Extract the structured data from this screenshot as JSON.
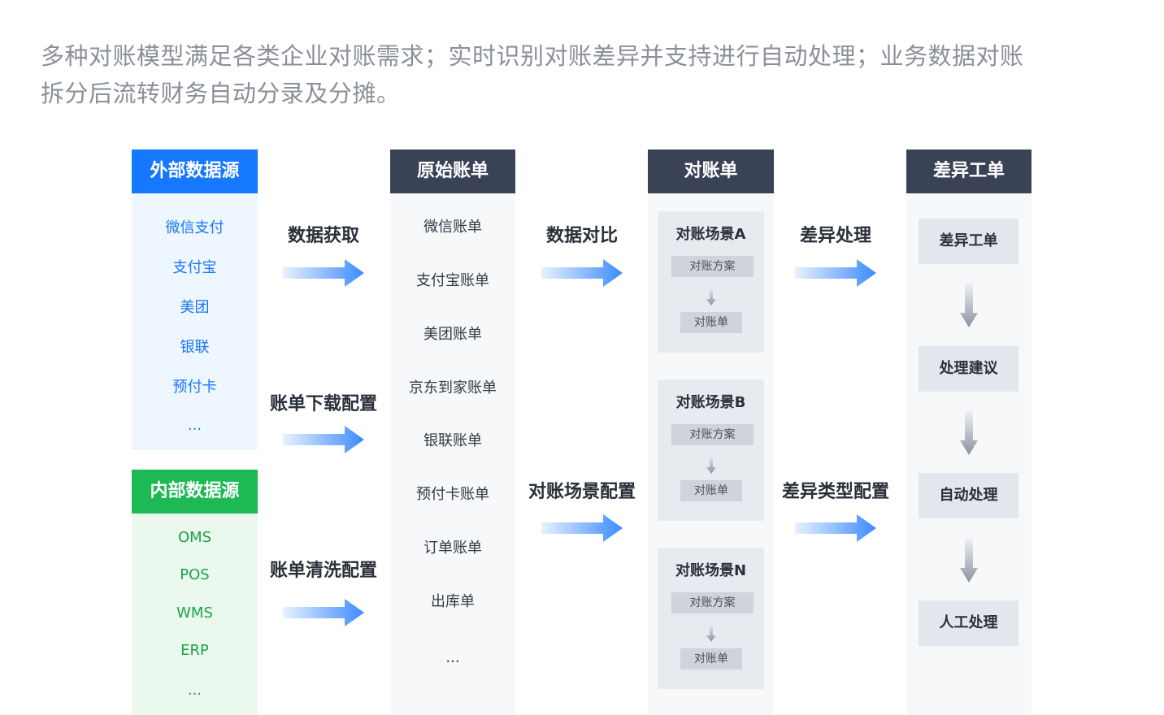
{
  "intro": {
    "line1": "多种对账模型满足各类企业对账需求；实时识别对账差异并支持进行自动处理；业务数据对账",
    "line2": "拆分后流转财务自动分录及分摊。"
  },
  "colors": {
    "blue": "#1677ff",
    "green": "#1db954",
    "dark": "#3a4356",
    "arrow_start": "#e8f1ff",
    "arrow_end": "#3d8bff"
  },
  "external_sources": {
    "title": "外部数据源",
    "items": [
      "微信支付",
      "支付宝",
      "美团",
      "银联",
      "预付卡",
      "..."
    ]
  },
  "internal_sources": {
    "title": "内部数据源",
    "items": [
      "OMS",
      "POS",
      "WMS",
      "ERP",
      "..."
    ]
  },
  "steps_a": [
    "数据获取",
    "账单下载配置",
    "账单清洗配置"
  ],
  "raw_bills": {
    "title": "原始账单",
    "items": [
      "微信账单",
      "支付宝账单",
      "美团账单",
      "京东到家账单",
      "银联账单",
      "预付卡账单",
      "订单账单",
      "出库单",
      "..."
    ]
  },
  "steps_b": [
    "数据对比",
    "对账场景配置"
  ],
  "recon": {
    "title": "对账单",
    "scenes": [
      {
        "title": "对账场景A",
        "plan": "对账方案",
        "bill": "对账单"
      },
      {
        "title": "对账场景B",
        "plan": "对账方案",
        "bill": "对账单"
      },
      {
        "title": "对账场景N",
        "plan": "对账方案",
        "bill": "对账单"
      }
    ]
  },
  "steps_c": [
    "差异处理",
    "差异类型配置"
  ],
  "issues": {
    "title": "差异工单",
    "items": [
      "差异工单",
      "处理建议",
      "自动处理",
      "人工处理"
    ]
  }
}
